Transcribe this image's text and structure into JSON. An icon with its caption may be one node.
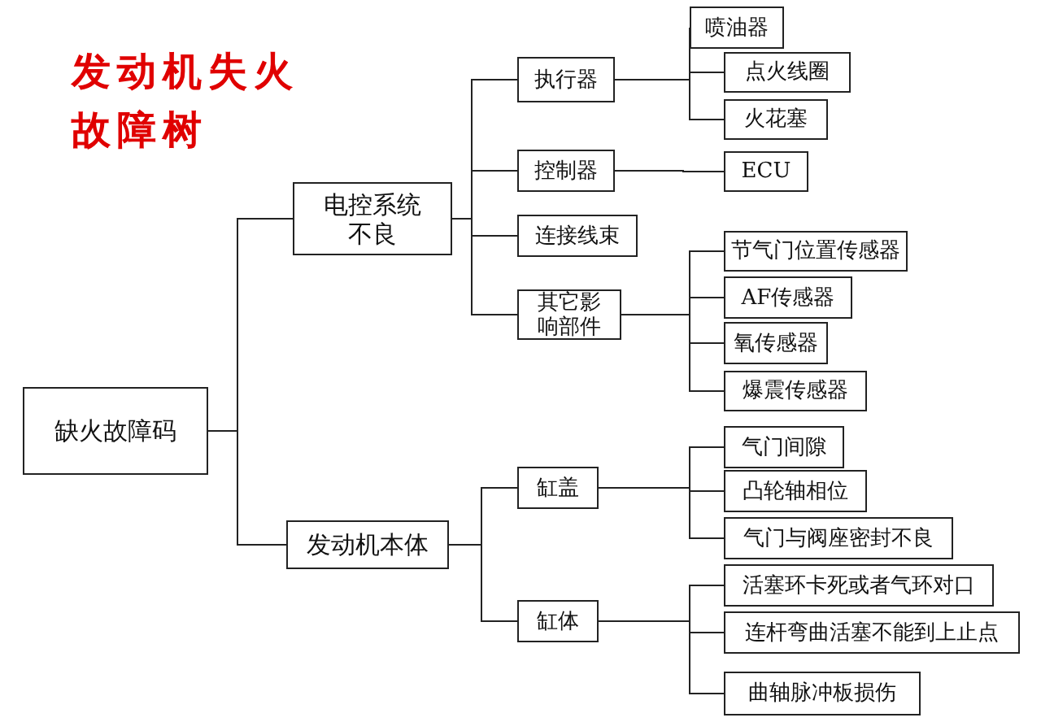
{
  "diagram": {
    "title": "发动机失火故障树",
    "nodes": [
      {
        "text": [
          "缺火故障码"
        ]
      },
      {
        "text": [
          "电控系统不良"
        ]
      },
      {
        "text": [
          "发动机本体"
        ]
      },
      {
        "text": [
          "执行器"
        ]
      },
      {
        "text": [
          "控制器"
        ]
      },
      {
        "text": [
          "连接线束"
        ]
      },
      {
        "text": [
          "其它影响部件"
        ]
      },
      {
        "text": [
          "喷油器"
        ]
      },
      {
        "text": [
          "点火线圈"
        ]
      },
      {
        "text": [
          "火花塞"
        ]
      },
      {
        "text": [
          "ECU"
        ]
      },
      {
        "text": [
          "节气门位置传感器"
        ]
      },
      {
        "text": [
          "AF传感器"
        ]
      },
      {
        "text": [
          "氧传感器"
        ]
      },
      {
        "text": [
          "爆震传感器"
        ]
      },
      {
        "text": [
          "缸盖"
        ]
      },
      {
        "text": [
          "缸体"
        ]
      },
      {
        "text": [
          "气门间隙"
        ]
      },
      {
        "text": [
          "凸轮轴相位"
        ]
      },
      {
        "text": [
          "气门与阀座密封不良"
        ]
      },
      {
        "text": [
          "活塞环卡死或者气环对口"
        ]
      },
      {
        "text": [
          "连杆弯曲活塞不能到上止点"
        ]
      },
      {
        "text": [
          "曲轴脉冲板损伤"
        ]
      }
    ],
    "edges": [
      {
        "from": 0,
        "to": 1,
        "arrow": "none"
      },
      {
        "from": 0,
        "to": 2,
        "arrow": "none"
      },
      {
        "from": 1,
        "to": 3,
        "arrow": "none"
      },
      {
        "from": 1,
        "to": 4,
        "arrow": "none"
      },
      {
        "from": 1,
        "to": 5,
        "arrow": "none"
      },
      {
        "from": 1,
        "to": 6,
        "arrow": "none"
      },
      {
        "from": 3,
        "to": 7,
        "arrow": "none"
      },
      {
        "from": 3,
        "to": 8,
        "arrow": "none"
      },
      {
        "from": 3,
        "to": 9,
        "arrow": "none"
      },
      {
        "from": 4,
        "to": 10,
        "arrow": "none"
      },
      {
        "from": 6,
        "to": 11,
        "arrow": "none"
      },
      {
        "from": 6,
        "to": 12,
        "arrow": "none"
      },
      {
        "from": 6,
        "to": 13,
        "arrow": "none"
      },
      {
        "from": 6,
        "to": 14,
        "arrow": "none"
      },
      {
        "from": 2,
        "to": 15,
        "arrow": "none"
      },
      {
        "from": 2,
        "to": 16,
        "arrow": "none"
      },
      {
        "from": 15,
        "to": 17,
        "arrow": "none"
      },
      {
        "from": 15,
        "to": 18,
        "arrow": "none"
      },
      {
        "from": 15,
        "to": 19,
        "arrow": "none"
      },
      {
        "from": 16,
        "to": 20,
        "arrow": "none"
      },
      {
        "from": 16,
        "to": 21,
        "arrow": "none"
      },
      {
        "from": 16,
        "to": 22,
        "arrow": "none"
      }
    ]
  }
}
